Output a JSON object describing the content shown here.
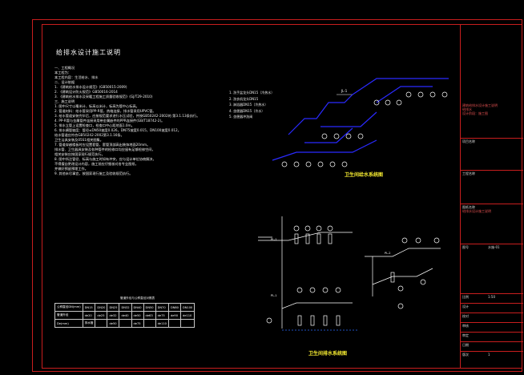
{
  "drawing": {
    "title": "给排水设计施工说明",
    "notes": [
      "一、工程概况",
      "本工程为：",
      "本工程内容：生活给水、排水",
      "二、设计依据",
      "1. 《建筑给水排水设计规范》(GB50015-2009)",
      "2. 《建筑设计防火规范》GB50016-2014",
      "3. 《建筑给水排水及采暖工程施工质量验收规范》(GJ/T29-2010)",
      "三、施工说明",
      "1. 图中尺寸以毫米计，标高以米计，标高为管中心标高。",
      "2. 管道材料：给水管采用PP-R管，热熔连接，排水管采用UPVC管。",
      "3. 给水管道安装完毕后，应按规范要求进行水压试验，并按GB50242-2002的 第3.1.13条执行。",
      "4. PP-R管与金属管件连接采用带金属嵌件的PPR连接件(GB/T18742-2)。",
      "5. 排水立管上设置检查口，检查口中心距地面1.0m。",
      "6. 排水横管坡度：管径≤DN50坡度0.026，DN75坡度0.015，DN100坡度0.012。",
      "   给水管道应符合GB50242-2002第3.1.16条。",
      "   卫生洁具安装及05S1相关图集。",
      "7. 管道穿越楼板时应设置套管，套管顶部高出装饰地面20mm。",
      "   排水管、卫生器具安装及各种管件的检修口均应留有足够检修空间，",
      "   相关安装应按国家现行规范执行。",
      "8. 图中所注管径、标高与施工时如有冲突，应与设计单位协商解决，",
      "   不得擅自更改设计内容，施工前应仔细核对各专业图纸，",
      "   并做好预留预埋工作。",
      "9. 其他未尽事宜，按国家现行施工及验收规范执行。"
    ],
    "legend_items": [
      "1. 洗手盆龙头DN15（冷热水）",
      "2. 洗衣机龙头DN15",
      "3. 淋浴器DN15（冷热水）",
      "4. 坐便器DN15（冷水）",
      "5. 坐便器冲洗阀"
    ],
    "supply_diagram_title": "卫生间给水系统图",
    "drainage_diagram_title": "卫生间排水系统图",
    "supply_label": "JL-1",
    "drain_labels": [
      "PL-1",
      "PL-1",
      "PL-2"
    ],
    "table": {
      "caption": "管道外径与公称直径对照表",
      "rows": [
        [
          "公称直径DN(mm)",
          "DN15",
          "DN20",
          "DN25",
          "DN32",
          "DN40",
          "DN50",
          "DN70",
          "DN80",
          "DN100"
        ],
        [
          "管道外径",
          "de20",
          "de25",
          "de32",
          "de40",
          "de50",
          "de63",
          "de75",
          "de90",
          "de110"
        ],
        [
          "De(mm)",
          "排水管",
          "",
          "de50",
          "",
          "de75",
          "",
          "de110",
          "",
          ""
        ]
      ]
    },
    "title_block": {
      "header": [
        "建筑给排水设计施工说明",
        "给排水",
        "设计阶段：施工图"
      ],
      "fields": [
        {
          "label": "项目名称",
          "value": ""
        },
        {
          "label": "工程名称",
          "value": ""
        },
        {
          "label": "图纸名称",
          "value": "给排水设计施工说明"
        },
        {
          "label": "图号",
          "value": "水施-01"
        },
        {
          "label": "比例",
          "value": "1:50"
        },
        {
          "label": "设计",
          "value": ""
        },
        {
          "label": "校对",
          "value": ""
        },
        {
          "label": "审核",
          "value": ""
        },
        {
          "label": "审定",
          "value": ""
        },
        {
          "label": "日期",
          "value": ""
        },
        {
          "label": "版次",
          "value": "1"
        }
      ]
    }
  }
}
